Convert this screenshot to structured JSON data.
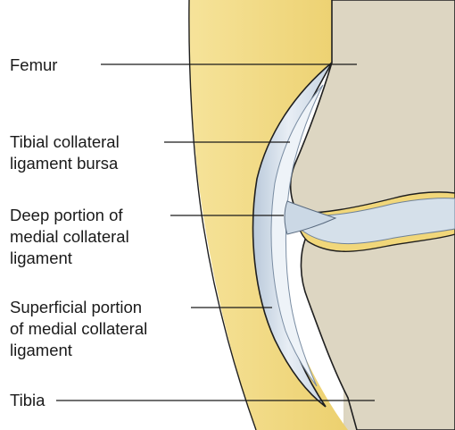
{
  "labels": {
    "femur": "Femur",
    "tibial_bursa": "Tibial collateral\nligament bursa",
    "deep_mcl": "Deep portion of\nmedial collateral\nligament",
    "superficial_mcl": "Superficial portion\nof medial collateral\nligament",
    "tibia": "Tibia"
  },
  "colors": {
    "bone": "#e2dbc8",
    "fat": "#f1d77a",
    "ligament": "#c9d6e3",
    "ligament_light": "#e9eff6",
    "outline": "#1f1f1f"
  }
}
